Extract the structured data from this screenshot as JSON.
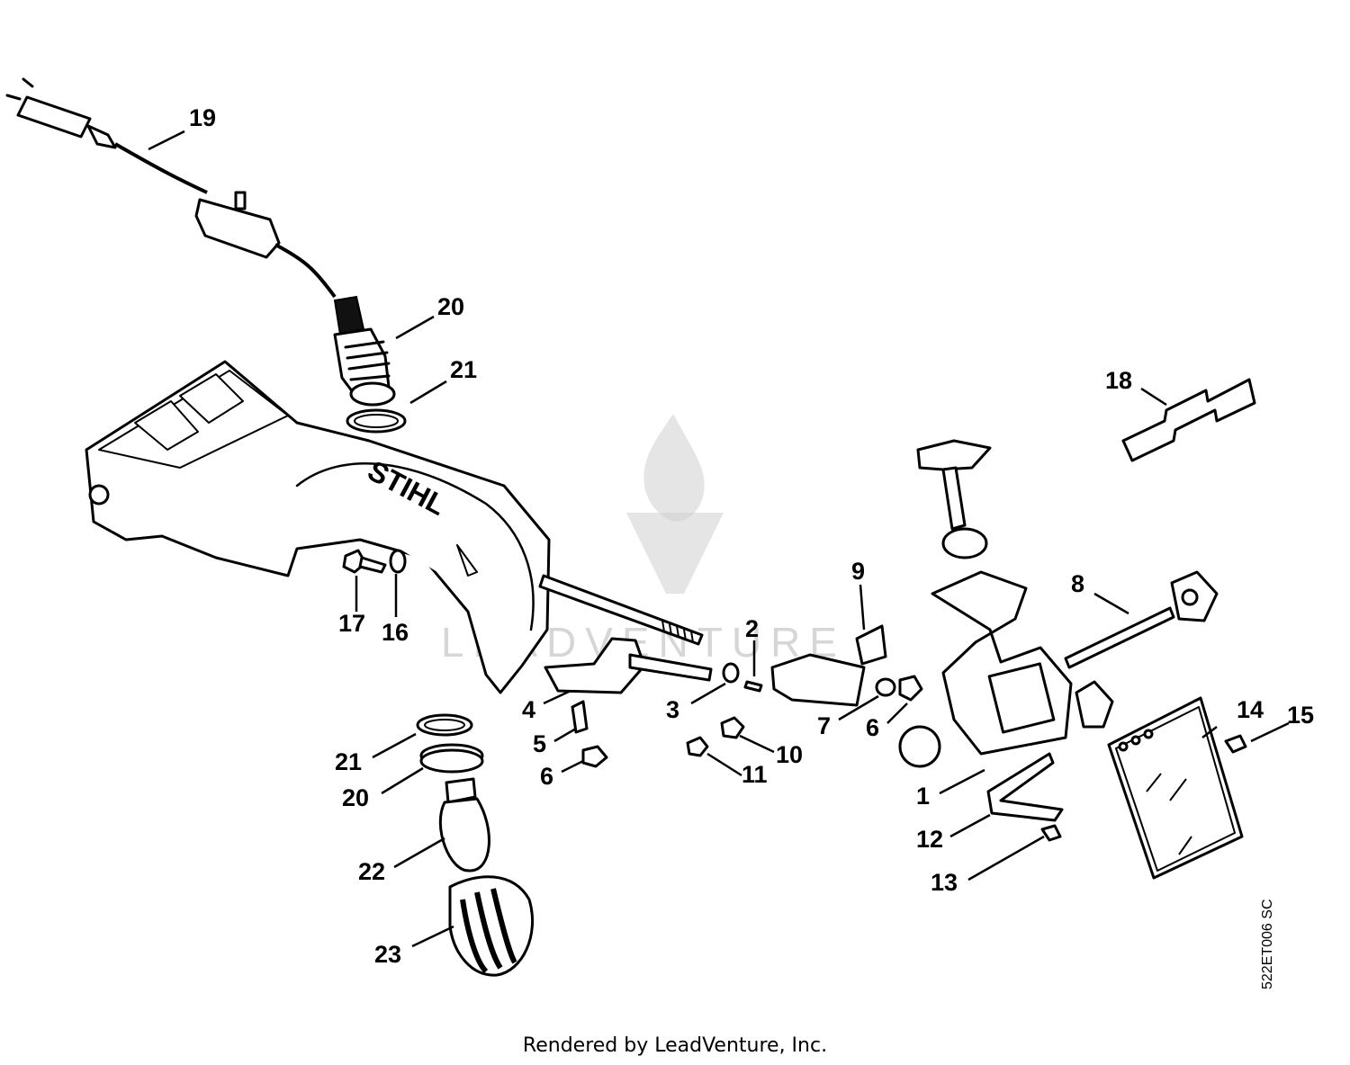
{
  "diagram": {
    "callouts": [
      {
        "id": "c1",
        "label": "1"
      },
      {
        "id": "c2",
        "label": "2"
      },
      {
        "id": "c3",
        "label": "3"
      },
      {
        "id": "c4",
        "label": "4"
      },
      {
        "id": "c5",
        "label": "5"
      },
      {
        "id": "c6a",
        "label": "6"
      },
      {
        "id": "c6b",
        "label": "6"
      },
      {
        "id": "c7",
        "label": "7"
      },
      {
        "id": "c8",
        "label": "8"
      },
      {
        "id": "c9",
        "label": "9"
      },
      {
        "id": "c10",
        "label": "10"
      },
      {
        "id": "c11",
        "label": "11"
      },
      {
        "id": "c12",
        "label": "12"
      },
      {
        "id": "c13",
        "label": "13"
      },
      {
        "id": "c14",
        "label": "14"
      },
      {
        "id": "c15",
        "label": "15"
      },
      {
        "id": "c16",
        "label": "16"
      },
      {
        "id": "c17",
        "label": "17"
      },
      {
        "id": "c18",
        "label": "18"
      },
      {
        "id": "c19",
        "label": "19"
      },
      {
        "id": "c20a",
        "label": "20"
      },
      {
        "id": "c20b",
        "label": "20"
      },
      {
        "id": "c21a",
        "label": "21"
      },
      {
        "id": "c21b",
        "label": "21"
      },
      {
        "id": "c22",
        "label": "22"
      },
      {
        "id": "c23",
        "label": "23"
      }
    ],
    "brand_mark": "STIHL",
    "watermark_text": "LEADVENTURE",
    "drawing_code": "522ET006 SC"
  },
  "footer": {
    "credit": "Rendered by LeadVenture, Inc."
  }
}
